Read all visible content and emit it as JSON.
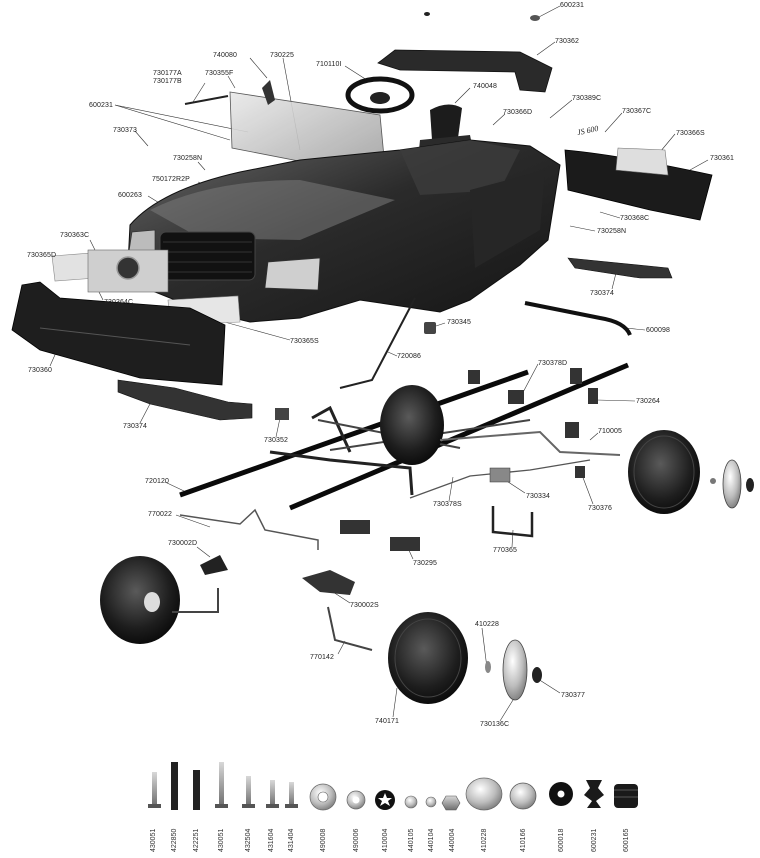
{
  "part_labels": {
    "p600231_top": "600231",
    "p730362": "730362",
    "p740080": "740080",
    "p730225": "730225",
    "p710110": "710110I",
    "p730177A": "730177A",
    "p730177B": "730177B",
    "p730355F": "730355F",
    "p740048": "740048",
    "p730389C": "730389C",
    "p730366D": "730366D",
    "p730367C": "730367C",
    "p600231_left": "600231",
    "p730373": "730373",
    "p730366S": "730366S",
    "p730258N_top": "730258N",
    "p730361": "730361",
    "p750172R2P": "750172R2P",
    "p600263": "600263",
    "p730368C": "730368C",
    "p730258N_right": "730258N",
    "p730363C": "730363C",
    "p730365D": "730365D",
    "p730374_right": "730374",
    "p730364C": "730364C",
    "p730345": "730345",
    "p600098": "600098",
    "p730365S": "730365S",
    "p730360": "730360",
    "p720086": "720086",
    "p730378D": "730378D",
    "p730264": "730264",
    "p730374_left": "730374",
    "p730352": "730352",
    "p710005": "710005",
    "p720120": "720120",
    "p730378S": "730378S",
    "p730334": "730334",
    "p730376": "730376",
    "p770022": "770022",
    "p770365": "770365",
    "p730002D": "730002D",
    "p730295": "730295",
    "p730002S": "730002S",
    "p410228": "410228",
    "p770142": "770142",
    "p730377": "730377",
    "p740171": "740171",
    "p730136C": "730136C"
  },
  "emblem_text": "JS 600",
  "hardware_labels": [
    "430051",
    "422850",
    "422251",
    "430051",
    "432504",
    "431604",
    "431404",
    "490008",
    "490006",
    "410004",
    "440105",
    "440104",
    "440004",
    "410228",
    "410166",
    "600018",
    "600231",
    "600165"
  ]
}
